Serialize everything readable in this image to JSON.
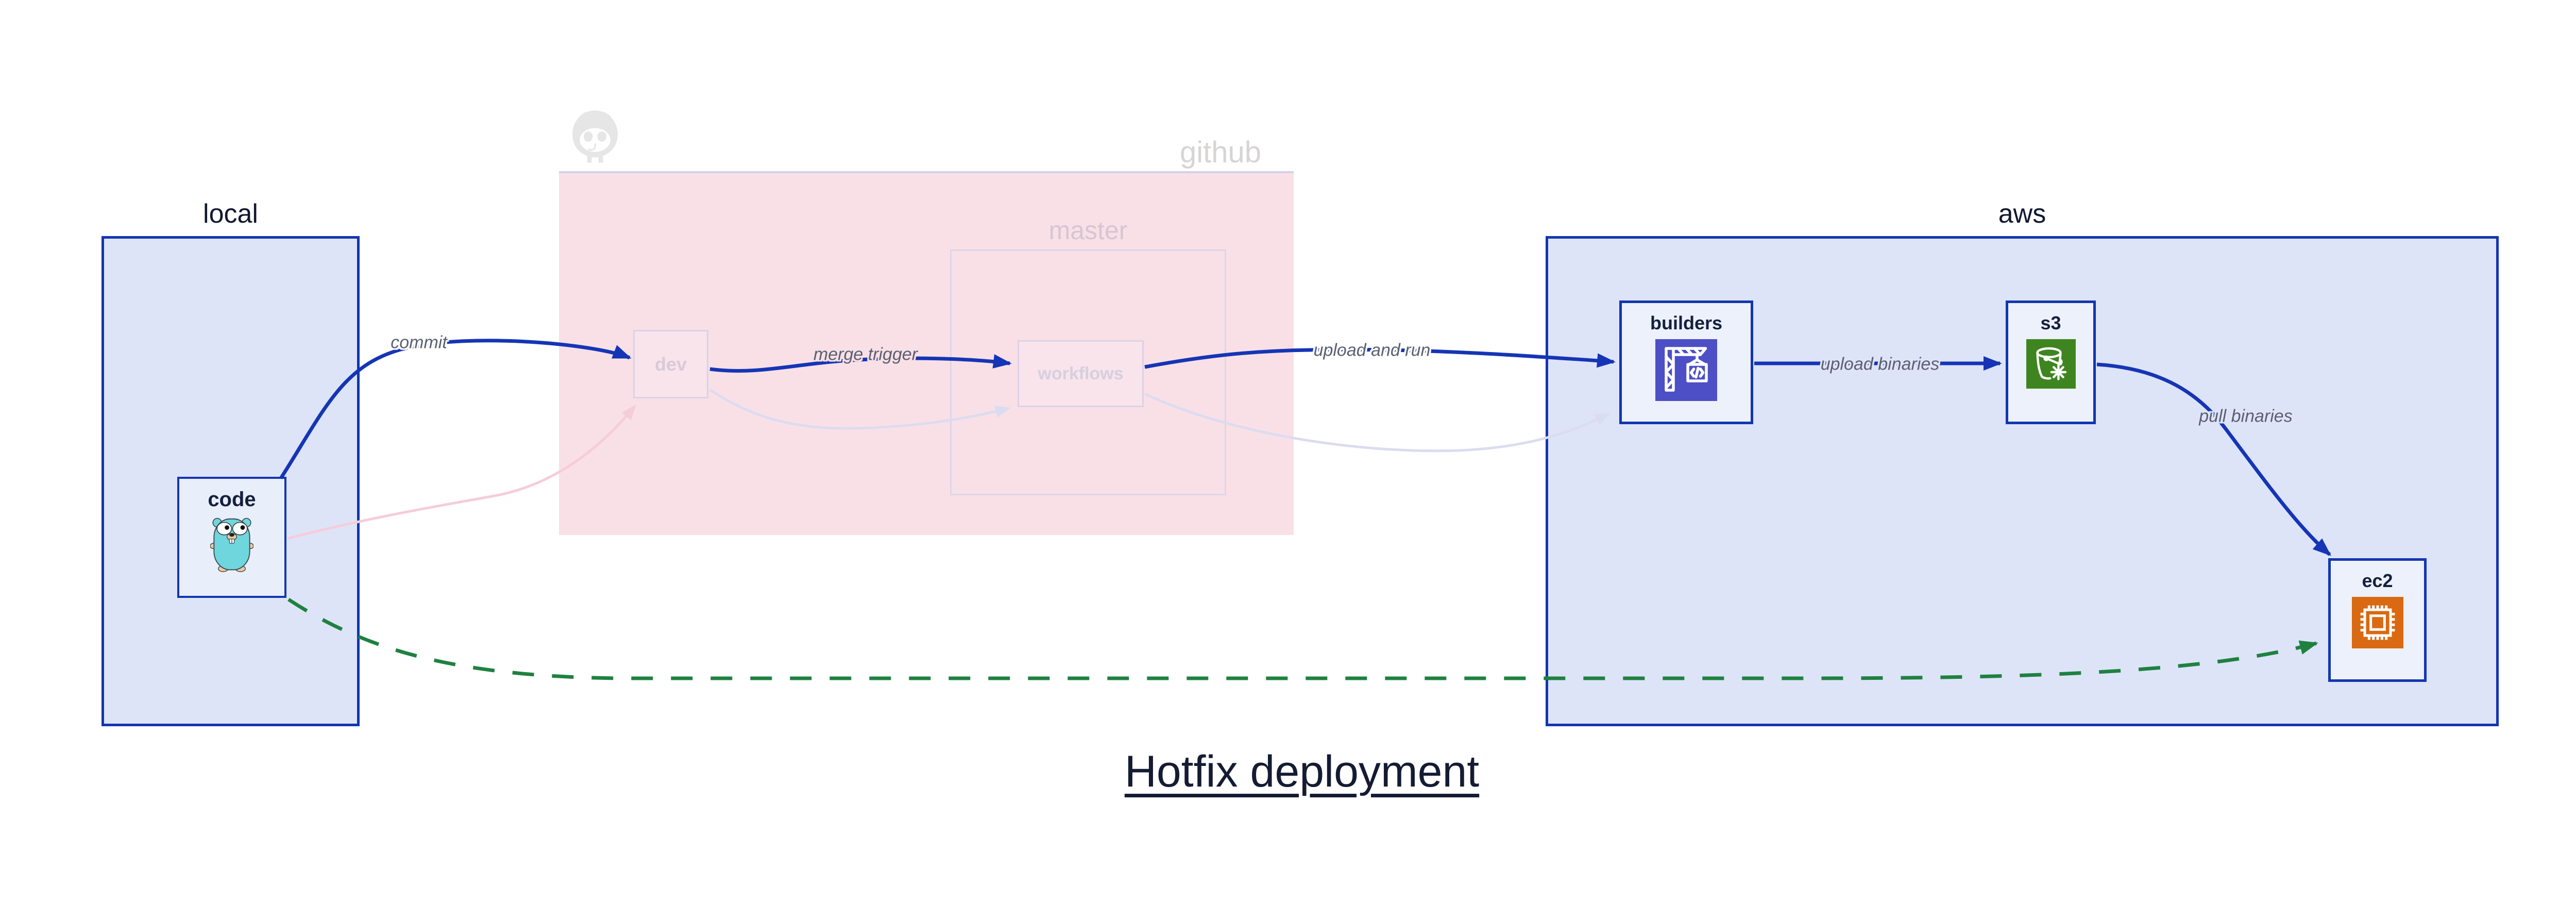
{
  "title": {
    "text": "Hotfix deployment"
  },
  "containers": {
    "local": {
      "label": "local"
    },
    "github": {
      "label": "github"
    },
    "master": {
      "label": "master"
    },
    "aws": {
      "label": "aws"
    }
  },
  "nodes": {
    "code": {
      "label": "code",
      "icon": "go-gopher-icon"
    },
    "dev": {
      "label": "dev"
    },
    "workflows": {
      "label": "workflows"
    },
    "builders": {
      "label": "builders",
      "icon": "aws-codebuild-icon"
    },
    "s3": {
      "label": "s3",
      "icon": "aws-s3-glacier-icon"
    },
    "ec2": {
      "label": "ec2",
      "icon": "aws-ec2-icon"
    }
  },
  "edges": [
    {
      "from": "code",
      "to": "dev",
      "label": "commit",
      "style": "solid-blue"
    },
    {
      "from": "dev",
      "to": "workflows",
      "label": "merge trigger",
      "style": "solid-blue"
    },
    {
      "from": "workflows",
      "to": "builders",
      "label": "upload and run",
      "style": "solid-blue"
    },
    {
      "from": "builders",
      "to": "s3",
      "label": "upload binaries",
      "style": "solid-blue"
    },
    {
      "from": "s3",
      "to": "ec2",
      "label": "pull binaries",
      "style": "solid-blue"
    },
    {
      "from": "code",
      "to": "ec2",
      "label": "",
      "style": "dashed-green"
    },
    {
      "from": "code",
      "to": "dev",
      "label": "",
      "style": "faded-pink"
    },
    {
      "from": "dev",
      "to": "workflows",
      "label": "",
      "style": "faded-lavender"
    },
    {
      "from": "workflows",
      "to": "builders",
      "label": "",
      "style": "faded-lavender"
    }
  ],
  "colors": {
    "edge_blue": "#1535b5",
    "edge_green": "#1f8140",
    "edge_faded_pink": "#f5cdda",
    "edge_faded_lavender": "#dcdcf0",
    "container_border_blue": "#1236b0",
    "container_fill_blue": "#dde4f8",
    "github_fill": "#f9e0e7",
    "codebuild_icon_bg": "#4d4fc6",
    "s3_glacier_icon_bg": "#3e8520",
    "ec2_icon_bg": "#d96912",
    "gopher_body": "#6fd6de"
  }
}
